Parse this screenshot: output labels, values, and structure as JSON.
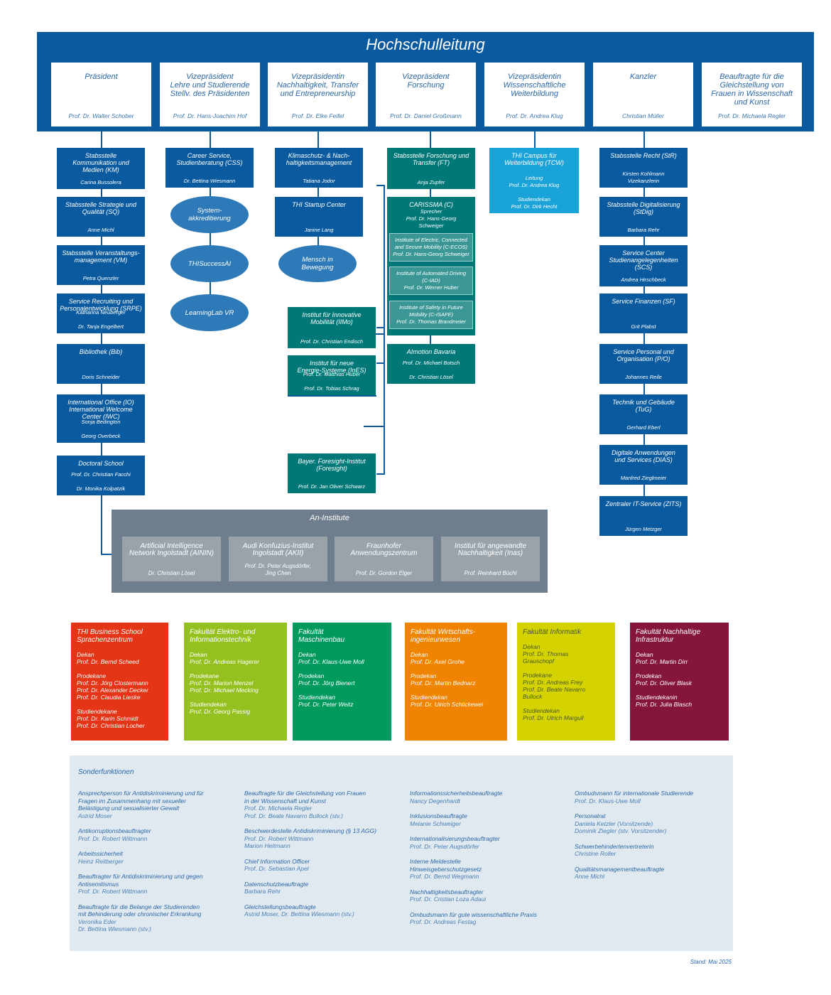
{
  "title": "Hochschulleitung",
  "leitung": [
    {
      "t": "Präsident",
      "n": "Prof. Dr. Walter Schober"
    },
    {
      "t": "Vizepräsident\nLehre und Studierende\nStellv. des Präsidenten",
      "n": "Prof. Dr. Hans-Joachim Hof"
    },
    {
      "t": "Vizepräsidentin\nNachhaltigkeit, Transfer\nund Entrepreneurship",
      "n": "Prof. Dr. Elke Feifel"
    },
    {
      "t": "Vizepräsident\nForschung",
      "n": "Prof. Dr. Daniel Großmann"
    },
    {
      "t": "Vizepräsidentin\nWissenschaftliche\nWeiterbildung",
      "n": "Prof. Dr. Andrea Klug"
    },
    {
      "t": "Kanzler",
      "n": "Christian Müller"
    },
    {
      "t": "Beauftragte für die\nGleichstellung von\nFrauen in Wissenschaft\nund Kunst",
      "n": "Prof. Dr. Michaela Regler"
    }
  ],
  "col1": [
    {
      "t": "Stabsstelle\nKommunikation und\nMedien (KM)",
      "n": "Carina Bussolera"
    },
    {
      "t": "Stabsstelle Strategie und\nQualität (SQ)",
      "n": "Anne Michl"
    },
    {
      "t": "Stabsstelle Veranstaltungs-\nmanagement (VM)",
      "n": "Petra Quenzler"
    },
    {
      "t": "Service Recruiting und\nPersonalentwicklung (SRPE)",
      "n": "Katharina Neuberger\n\nDr. Tanja Engelbert"
    },
    {
      "t": "Bibliothek (Bib)",
      "n": "Doris Schneider"
    },
    {
      "t": "International Office (IO)\nInternational Welcome\nCenter (IWC)",
      "n": "Sonja Bedington\n\nGeorg Overbeck"
    },
    {
      "t": "Doctoral School",
      "n": "Prof. Dr. Christian Facchi\n\nDr. Monika Kolpatzik"
    }
  ],
  "col2": {
    "box": {
      "t": "Career Service,\nStudienberatung (CSS)",
      "n": "Dr. Bettina Wiesmann"
    },
    "ellipses": [
      "System-\nakkreditierung",
      "THISuccessAI",
      "LearningLab VR"
    ]
  },
  "col3": {
    "boxes": [
      {
        "t": "Klimaschutz- & Nach-\nhaltigkeitsmanagement",
        "n": "Tatiana Jodor"
      },
      {
        "t": "THI Startup Center",
        "n": "Janine Lang"
      }
    ],
    "ellipse": "Mensch in\nBewegung",
    "institutes": [
      {
        "t": "Institut für Innovative\nMobilität (IIMo)",
        "n": "Prof. Dr. Christian Endisch"
      },
      {
        "t": "Institut für neue\nEnergie-Systeme (InES)",
        "n": "Prof. Dr. Matthias Huber\n\nProf. Dr. Tobias Schrag"
      },
      {
        "t": "Bayer. Foresight-Institut\n(Foresight)",
        "n": "Prof. Dr. Jan Oliver Schwarz"
      }
    ]
  },
  "col4": {
    "ft": {
      "t": "Stabsstelle Forschung und\nTransfer (FT)",
      "n": "Anja Zupfer"
    },
    "carissma": {
      "t": "CARISSMA (C)",
      "n": "Sprecher\nProf. Dr. Hans-Georg\nSchweiger"
    },
    "subs": [
      {
        "t": "Institute of Electric, Connected\nand Secure Mobility (C-ECOS)",
        "n": "Prof. Dr. Hans-Georg Schweiger"
      },
      {
        "t": "Institute of Automated Driving\n(C-IAD)",
        "n": "Prof. Dr. Werner Huber"
      },
      {
        "t": "Institute of Safety in Future\nMobility (C-ISAFE)",
        "n": "Prof. Dr. Thomas Brandmeier"
      }
    ],
    "aimotion": {
      "t": "AImotion Bavaria",
      "n": "Prof. Dr. Michael Botsch\n\nDr. Christian Lösel"
    }
  },
  "col5": {
    "t": "THI Campus für\nWeiterbildung (TCW)",
    "n": "Leitung\nProf. Dr. Andrea Klug\n\nStudiendekan\nProf. Dr. Dirk Hecht"
  },
  "col6": [
    {
      "t": "Stabsstelle Recht (StR)",
      "n": "Kirsten Kohlmann\nVizekanzlerin"
    },
    {
      "t": "Stabsstelle Digitalisierung\n(StDig)",
      "n": "Barbara Rehr"
    },
    {
      "t": "Service Center\nStudienangelegenheiten\n(SCS)",
      "n": "Andrea Hirschbeck"
    },
    {
      "t": "Service Finanzen (SF)",
      "n": "Grit Plabst"
    },
    {
      "t": "Service Personal und\nOrganisation (P/O)",
      "n": "Johannes Reile"
    },
    {
      "t": "Technik und Gebäude\n(TuG)",
      "n": "Gerhard Eberl"
    },
    {
      "t": "Digitale Anwendungen\nund Services (DIAS)",
      "n": "Manfred Zieglmeier"
    },
    {
      "t": "Zentraler IT-Service (ZITS)",
      "n": "Jürgen Metzger"
    }
  ],
  "an_institute": {
    "title": "An-Institute",
    "items": [
      {
        "t": "Artificial Intelligence\nNetwork Ingolstadt (AININ)",
        "n": "Dr. Christian Lösel"
      },
      {
        "t": "Audi Konfuzius-Institut\nIngolstadt (AKII)",
        "n": "Prof. Dr. Peter Augsdörfer,\nJing Chen"
      },
      {
        "t": "Fraunhofer\nAnwendungszentrum",
        "n": "Prof. Dr. Gordon Elger"
      },
      {
        "t": "Institut für angewandte\nNachhaltigkeit (Inas)",
        "n": "Prof. Reinhard Büchl"
      }
    ]
  },
  "faculties": [
    {
      "t": "THI Business School\nSprachenzentrum",
      "color": "#e53517",
      "g": [
        "Dekan\nProf. Dr. Bernd Scheed",
        "Prodekane\nProf. Dr. Jörg Clostermann\nProf. Dr. Alexander Decker\nProf. Dr. Claudia Lieske",
        "Studiendekane\nProf. Dr. Karin Schmidt\nProf. Dr. Christian Locher"
      ]
    },
    {
      "t": "Fakultät Elektro- und\nInformationstechnik",
      "color": "#94c11f",
      "g": [
        "Dekan\nProf. Dr. Andreas Hagerer",
        "Prodekane\nProf. Dr. Marion Menzel\nProf. Dr. Michael Mecking",
        "Studiendekan\nProf. Dr. Georg Passig"
      ]
    },
    {
      "t": "Fakultät\nMaschinenbau",
      "color": "#009a5e",
      "g": [
        "Dekan\nProf. Dr. Klaus-Uwe Moll",
        "Prodekan\nProf. Dr. Jörg Bienert",
        "Studiendekan\nProf. Dr. Peter Weitz"
      ]
    },
    {
      "t": "Fakultät Wirtschafts-\ningenieurwesen",
      "color": "#f08300",
      "g": [
        "Dekan\nProf. Dr. Axel Grohe",
        "Prodekan\nProf. Dr. Martin Bednarz",
        "Studiendekan\nProf. Dr. Ulrich Schlickewei"
      ]
    },
    {
      "t": "Fakultät Informatik",
      "color": "#d4d300",
      "g": [
        "Dekan\nProf. Dr. Thomas\nGrauschopf",
        "Prodekane\nProf. Dr. Andreas Frey\nProf. Dr. Beate Navarro\nBullock",
        "Studiendekan\nProf. Dr. Ulrich Margull"
      ]
    },
    {
      "t": "Fakultät Nachhaltige\nInfrastruktur",
      "color": "#85153c",
      "g": [
        "Dekan\nProf. Dr. Martin Dirr",
        "Prodekan\nProf. Dr. Oliver Blask",
        "Studiendekanin\nProf. Dr. Julia Blasch"
      ]
    }
  ],
  "sonder": {
    "title": "Sonderfunktionen",
    "cols": [
      [
        {
          "t": "Ansprechperson für Antidiskriminierung und für\nFragen im Zusammenhang mit sexueller\nBelästigung und sexualisierter Gewalt",
          "n": "Astrid Moser"
        },
        {
          "t": "Antikorruptionsbeauftragter",
          "n": "Prof. Dr. Robert Wittmann"
        },
        {
          "t": "Arbeitssicherheit",
          "n": "Heinz Reitberger"
        },
        {
          "t": "Beauftragter für Antidiskriminierung und gegen\nAntisemitismus",
          "n": "Prof. Dr. Robert Wittmann"
        },
        {
          "t": "Beauftragte für die Belange der Studierenden\nmit Behinderung oder chronischer Erkrankung",
          "n": "Veronika Eder\nDr. Bettina Wiesmann (stv.)"
        }
      ],
      [
        {
          "t": "Beauftragte für die Gleichstellung von Frauen\nin der Wissenschaft und Kunst",
          "n": "Prof. Dr. Michaela Regler\nProf. Dr. Beate Navarro Bullock (stv.)"
        },
        {
          "t": "Beschwerdestelle Antidiskriminierung (§ 13 AGG)",
          "n": "Prof. Dr. Robert Wittmann\nMarion Heitmann"
        },
        {
          "t": "Chief Information Officer",
          "n": "Prof. Dr. Sebastian Apel"
        },
        {
          "t": "Datenschutzbeauftragte",
          "n": "Barbara Rehr"
        },
        {
          "t": "Gleichstellungsbeauftragte",
          "n": "Astrid Moser, Dr. Bettina Wiesmann (stv.)"
        }
      ],
      [
        {
          "t": "Informationssicherheitsbeauftragte",
          "n": "Nancy Degenhardt"
        },
        {
          "t": "Inklusionsbeauftragte",
          "n": "Melanie Schweiger"
        },
        {
          "t": "Internationalisierungsbeauftragter",
          "n": "Prof. Dr. Peter Augsdörfer"
        },
        {
          "t": "Interne Meldestelle\nHinweisgeberschutzgesetz",
          "n": "Prof. Dr. Bernd Wegmann"
        },
        {
          "t": "Nachhaltigkeitsbeauftragter",
          "n": "Prof. Dr. Cristian Loza Adaui"
        },
        {
          "t": "Ombudsmann für gute wissenschaftliche Praxis",
          "n": "Prof. Dr. Andreas Festag"
        }
      ],
      [
        {
          "t": "Ombudsmann für internationale Studierende",
          "n": "Prof. Dr. Klaus-Uwe Moll"
        },
        {
          "t": "Personalrat",
          "n": "Daniela Ketzler (Vorsitzende)\nDominik Ziegler (stv. Vorsitzender)"
        },
        {
          "t": "Schwerbehindertenvertreterin",
          "n": "Christine Roller"
        },
        {
          "t": "Qualitätsmanagementbeauftragte",
          "n": "Anne Michl"
        }
      ]
    ]
  },
  "stand": "Stand: Mai 2025"
}
